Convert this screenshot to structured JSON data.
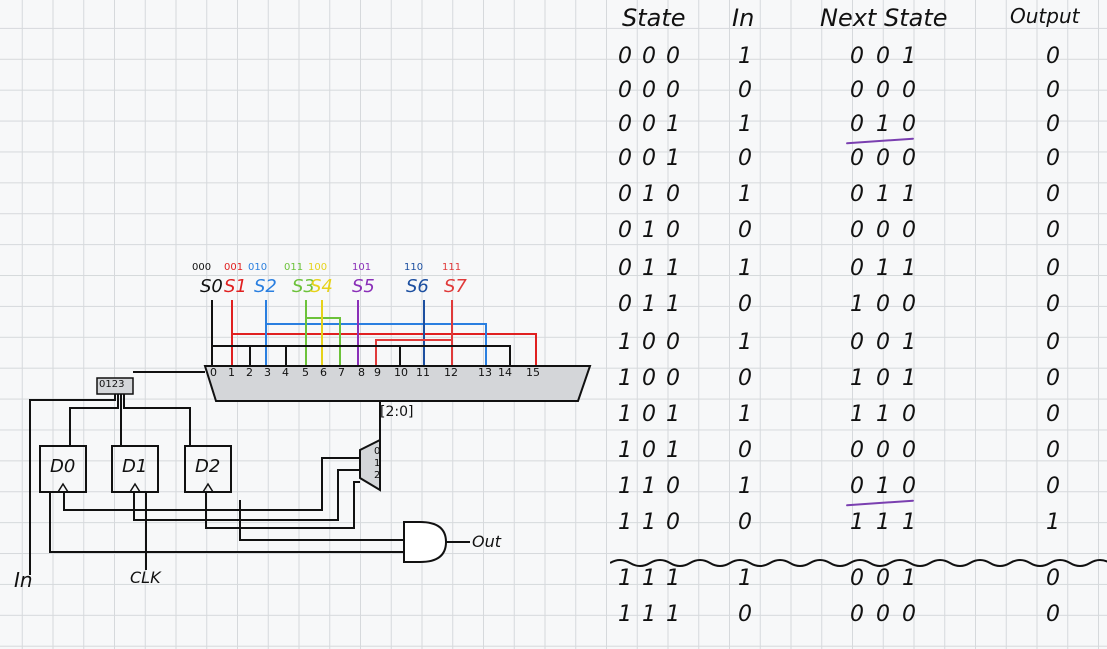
{
  "circuit": {
    "mux_inputs": [
      "0",
      "1",
      "2",
      "3",
      "4",
      "5",
      "6",
      "7",
      "8",
      "9",
      "10",
      "11",
      "12",
      "13",
      "14",
      "15"
    ],
    "state_labels": [
      {
        "code": "000",
        "name": "S0",
        "color": "#111111"
      },
      {
        "code": "001",
        "name": "S1",
        "color": "#e02020"
      },
      {
        "code": "010",
        "name": "S2",
        "color": "#2a7fe0"
      },
      {
        "code": "011",
        "name": "S3",
        "color": "#6cc23a"
      },
      {
        "code": "100",
        "name": "S4",
        "color": "#e6d21a"
      },
      {
        "code": "101",
        "name": "S5",
        "color": "#8a2fb8"
      },
      {
        "code": "110",
        "name": "S6",
        "color": "#1c4fa0"
      },
      {
        "code": "111",
        "name": "S7",
        "color": "#e03a3a"
      }
    ],
    "decoder_label": "0123",
    "select_label": "[2:0]",
    "flipflops": [
      "D0",
      "D1",
      "D2"
    ],
    "small_mux_labels": [
      "0",
      "1",
      "2"
    ],
    "in_label": "In",
    "clk_label": "CLK",
    "out_label": "Out"
  },
  "table": {
    "headers": [
      "State",
      "In",
      "Next State",
      "Output"
    ],
    "rows": [
      {
        "state": "000",
        "in": "1",
        "next": "001",
        "out": "0"
      },
      {
        "state": "000",
        "in": "0",
        "next": "000",
        "out": "0"
      },
      {
        "state": "001",
        "in": "1",
        "next": "010",
        "out": "0"
      },
      {
        "state": "001",
        "in": "0",
        "next": "000",
        "out": "0"
      },
      {
        "state": "010",
        "in": "1",
        "next": "011",
        "out": "0"
      },
      {
        "state": "010",
        "in": "0",
        "next": "000",
        "out": "0"
      },
      {
        "state": "011",
        "in": "1",
        "next": "011",
        "out": "0"
      },
      {
        "state": "011",
        "in": "0",
        "next": "100",
        "out": "0"
      },
      {
        "state": "100",
        "in": "1",
        "next": "001",
        "out": "0"
      },
      {
        "state": "100",
        "in": "0",
        "next": "101",
        "out": "0"
      },
      {
        "state": "101",
        "in": "1",
        "next": "110",
        "out": "0"
      },
      {
        "state": "101",
        "in": "0",
        "next": "000",
        "out": "0"
      },
      {
        "state": "110",
        "in": "1",
        "next": "010",
        "out": "0"
      },
      {
        "state": "110",
        "in": "0",
        "next": "111",
        "out": "1"
      },
      {
        "state": "111",
        "in": "1",
        "next": "001",
        "out": "0"
      },
      {
        "state": "111",
        "in": "0",
        "next": "000",
        "out": "0"
      }
    ]
  },
  "accent_color": "#7a3fb0"
}
